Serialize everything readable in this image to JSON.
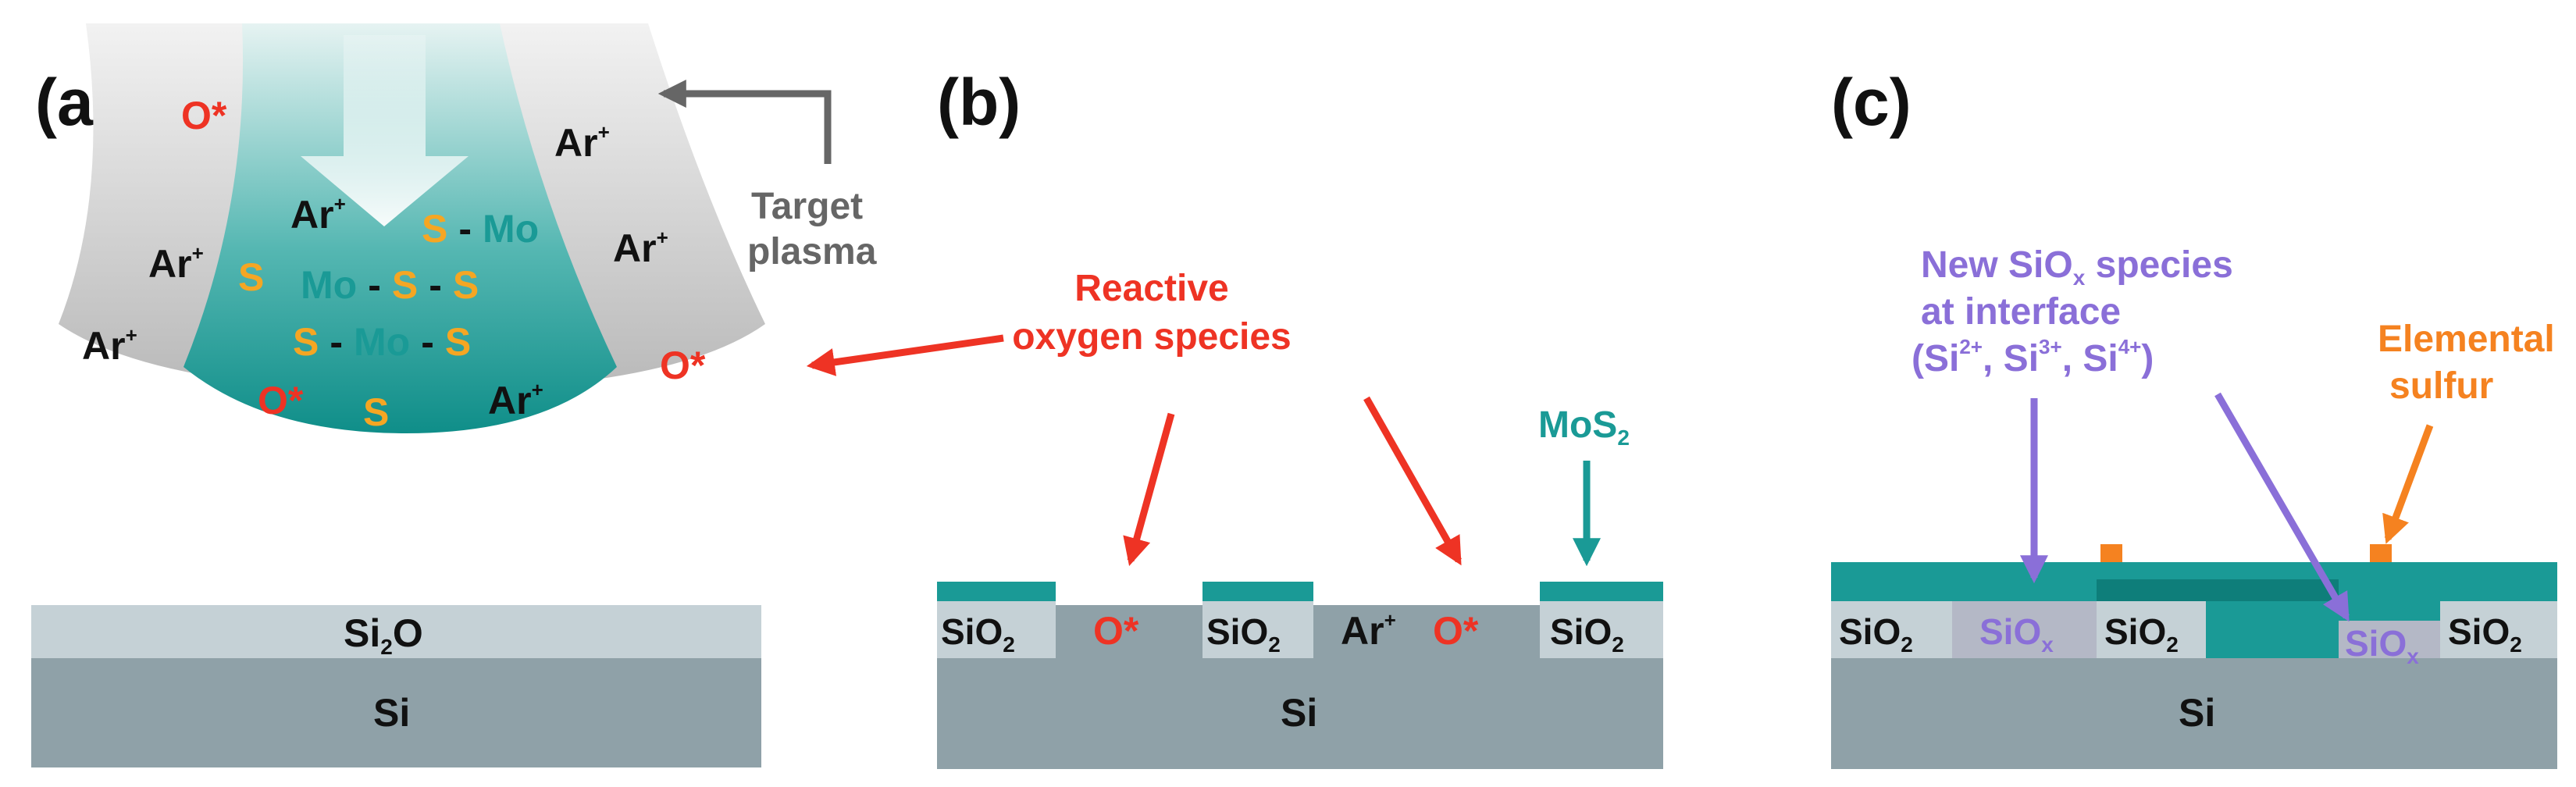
{
  "colors": {
    "oxygen": "#ee3324",
    "sulfur": "#f5a623",
    "mos2": "#1a9a96",
    "dark_teal": "#0e7e7a",
    "siox": "#8a6fd8",
    "elemental_sulfur": "#f58220",
    "si": "#8fa1a8",
    "sio2": "#c5d1d6",
    "cone_gray": "#c8c8c8",
    "text_dark": "#111111",
    "text_gray": "#666666"
  },
  "panel_a": {
    "label": "(a)",
    "target_plasma_line1": "Target",
    "target_plasma_line2": "plasma",
    "species": {
      "o_star": "O*",
      "ar": "Ar",
      "plus": "+",
      "s": "S",
      "mo": "Mo",
      "dash": "-"
    },
    "substrate": {
      "top_main": "Si",
      "top_sub": "2",
      "top_tail": "O",
      "bottom": "Si"
    }
  },
  "panel_b": {
    "label": "(b)",
    "reactive_line1": "Reactive",
    "reactive_line2": "oxygen species",
    "mos2_main": "MoS",
    "mos2_sub": "2",
    "sio2_main": "SiO",
    "sio2_sub": "2",
    "o_star": "O*",
    "ar": "Ar",
    "ar_sup": "+",
    "si": "Si"
  },
  "panel_c": {
    "label": "(c)",
    "new_line1_a": "New SiO",
    "new_line1_sub": "x",
    "new_line1_b": " species",
    "new_line2": "at interface",
    "new_line3_a": "(Si",
    "new_line3_sup1": "2+",
    "new_line3_b": ", Si",
    "new_line3_sup2": "3+",
    "new_line3_c": ", Si",
    "new_line3_sup3": "4+",
    "new_line3_d": ")",
    "elemental_line1": "Elemental",
    "elemental_line2": "sulfur",
    "sio2_main": "SiO",
    "sio2_sub": "2",
    "siox_main": "SiO",
    "siox_sub": "x",
    "si": "Si"
  }
}
